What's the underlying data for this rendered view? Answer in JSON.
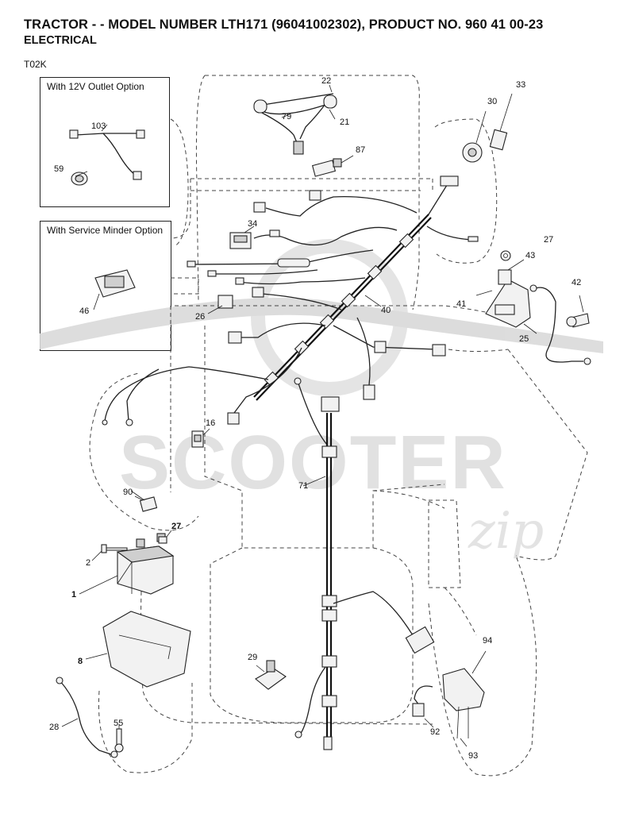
{
  "header": {
    "title": "TRACTOR - - MODEL NUMBER LTH171 (96041002302), PRODUCT NO. 960 41 00-23",
    "subtitle": "ELECTRICAL",
    "diagram_code": "T02K"
  },
  "insets": {
    "outlet": "With 12V Outlet Option",
    "minder": "With Service Minder Option"
  },
  "watermark": "SCOOTER zip",
  "callouts": {
    "c1": "1",
    "c2": "2",
    "c8": "8",
    "c16": "16",
    "c21": "21",
    "c22": "22",
    "c25": "25",
    "c26": "26",
    "c27a": "27",
    "c27b": "27",
    "c28": "28",
    "c29": "29",
    "c30": "30",
    "c33": "33",
    "c34": "34",
    "c40": "40",
    "c41": "41",
    "c42": "42",
    "c43": "43",
    "c46": "46",
    "c55": "55",
    "c59": "59",
    "c71": "71",
    "c79": "79",
    "c87": "87",
    "c90": "90",
    "c92": "92",
    "c93": "93",
    "c94": "94",
    "c103": "103"
  }
}
